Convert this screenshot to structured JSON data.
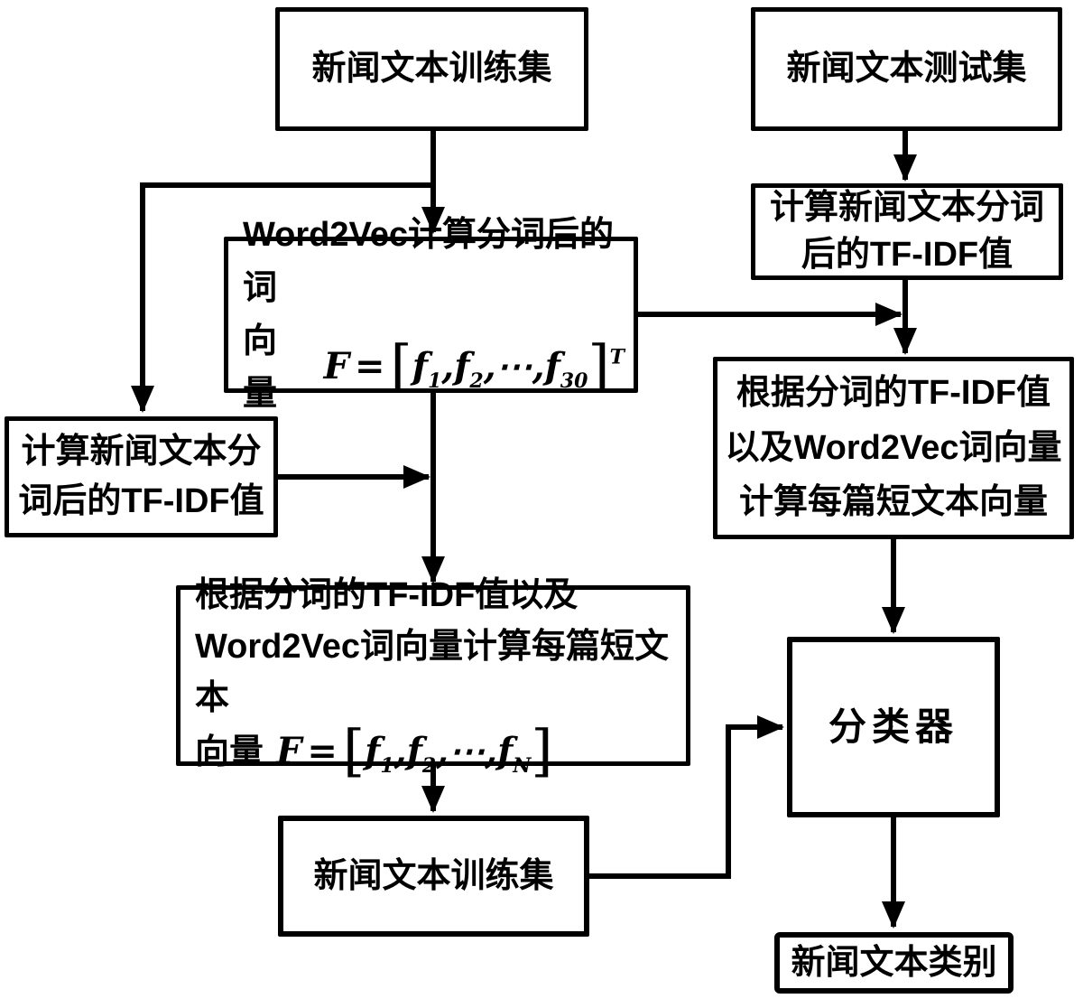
{
  "colors": {
    "ink": "#000000",
    "background": "#ffffff"
  },
  "diagram": {
    "train_top": "新闻文本训练集",
    "test_top": "新闻文本测试集",
    "word2vec_line1": "Word2Vec计算分词后的词",
    "word2vec_line2_prefix": "向量",
    "word2vec_formula": {
      "lhs": "F",
      "eq": "=",
      "open": "[",
      "f": "f",
      "s1": "1",
      "c1": ",",
      "s2": "2",
      "c2": ",⋯,",
      "sn": "30",
      "close": "]",
      "sup": "T"
    },
    "tfidf_right_line1": "计算新闻文本分词",
    "tfidf_right_line2": "后的TF-IDF值",
    "tfidf_left_line1": "计算新闻文本分",
    "tfidf_left_line2": "词后的TF-IDF值",
    "combine_right_lines": [
      "根据分词的TF-IDF值",
      "以及Word2Vec词向量",
      "计算每篇短文本向量"
    ],
    "combine_left_line1": "根据分词的TF-IDF值以及",
    "combine_left_line2": "Word2Vec词向量计算每篇短文本",
    "combine_left_line3_prefix": "向量",
    "combine_left_formula": {
      "lhs": "F",
      "eq": "=",
      "open": "[",
      "f": "f",
      "s1": "1",
      "c1": ",",
      "s2": "2",
      "c2": ",⋯,",
      "sn": "N",
      "close": "]"
    },
    "train_bottom": "新闻文本训练集",
    "classifier": "分类器",
    "category": "新闻文本类别"
  }
}
